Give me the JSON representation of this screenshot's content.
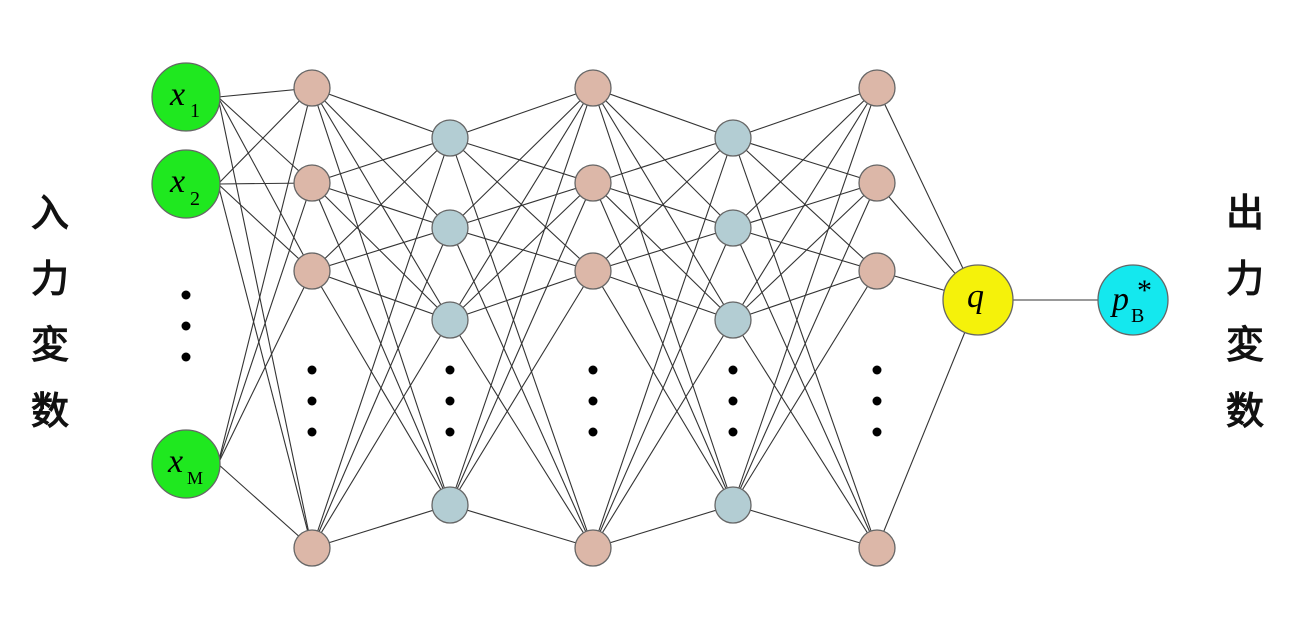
{
  "left_label": [
    "入",
    "力",
    "変",
    "数"
  ],
  "right_label": [
    "出",
    "力",
    "変",
    "数"
  ],
  "inputs": [
    {
      "var": "x",
      "sub": "1"
    },
    {
      "var": "x",
      "sub": "2"
    },
    {
      "var": "x",
      "sub": "M"
    }
  ],
  "hidden_output": {
    "var": "q"
  },
  "output": {
    "var": "p",
    "sub": "B",
    "sup": "*"
  },
  "colors": {
    "input": "#1fe81f",
    "hidden_pink": "#dcb7a8",
    "hidden_blue": "#b3cdd3",
    "q": "#f5f20a",
    "output": "#14e8ee",
    "edge": "#333333"
  }
}
